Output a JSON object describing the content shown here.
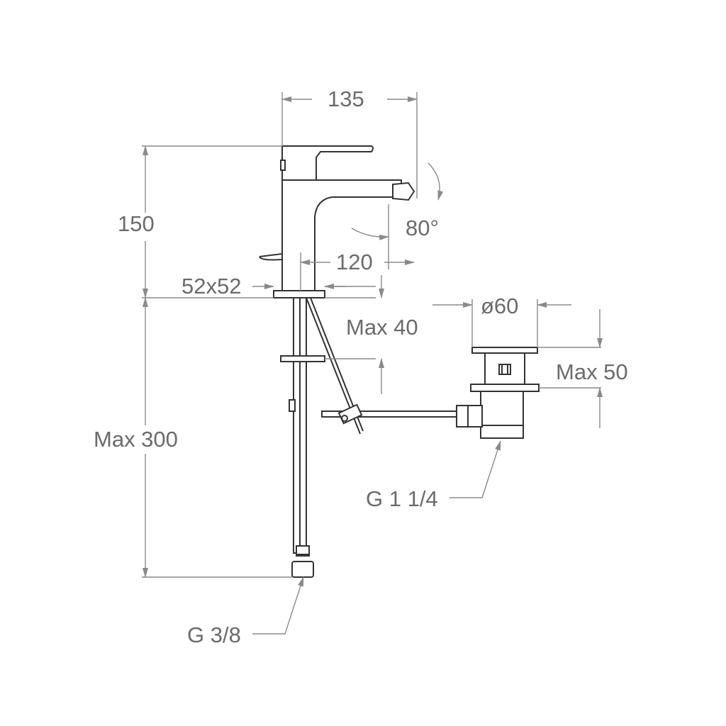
{
  "dimensions": {
    "width_total": "135",
    "height_body": "150",
    "spout_reach": "120",
    "spout_angle": "80°",
    "base_size": "52x52",
    "max_deck_thickness": "Max 40",
    "waste_diameter": "ø60",
    "max_waste_height": "Max 50",
    "max_hose_length": "Max 300",
    "waste_thread": "G 1 1/4",
    "supply_thread": "G 3/8"
  }
}
